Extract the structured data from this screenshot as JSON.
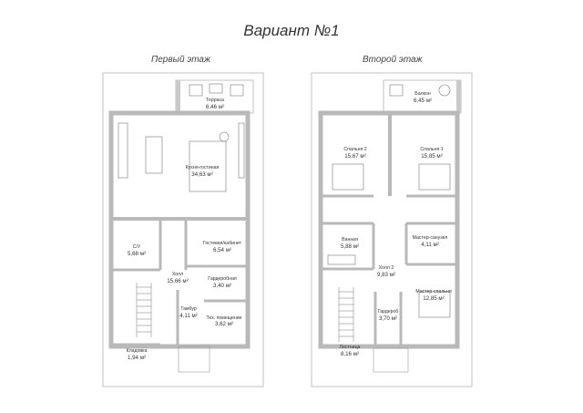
{
  "title": "Вариант №1",
  "floors": [
    {
      "name": "Первый этаж",
      "rooms": [
        {
          "name": "Терраса",
          "area": "6,46 м²"
        },
        {
          "name": "Кухня-гостиная",
          "area": "34,63 м²"
        },
        {
          "name": "С/У",
          "area": "5,68 м²"
        },
        {
          "name": "Гостевая/кабинет",
          "area": "6,54 м²"
        },
        {
          "name": "Холл",
          "area": "15,66 м²"
        },
        {
          "name": "Гардеробная",
          "area": "3,40 м²"
        },
        {
          "name": "Тамбур",
          "area": "4,11 м²"
        },
        {
          "name": "Тех. помещение",
          "area": "3,62 м²"
        },
        {
          "name": "Кладовка",
          "area": "1,94 м²"
        }
      ]
    },
    {
      "name": "Второй этаж",
      "rooms": [
        {
          "name": "Балкон",
          "area": "6,45 м²"
        },
        {
          "name": "Спальня 2",
          "area": "15,67 м²"
        },
        {
          "name": "Спальня 1",
          "area": "15,85 м²"
        },
        {
          "name": "Ванная",
          "area": "5,88 м²"
        },
        {
          "name": "Мастер-санузел",
          "area": "4,11 м²"
        },
        {
          "name": "Холл 2",
          "area": "9,83 м²"
        },
        {
          "name": "Мастер-спальня",
          "area": "12,85 м²"
        },
        {
          "name": "Гардероб",
          "area": "3,70 м²"
        },
        {
          "name": "Лестница",
          "area": "8,16 м²"
        }
      ]
    }
  ],
  "colors": {
    "wall": "#b9b9b9",
    "line": "#8a8a8a",
    "floor": "#ffffff"
  }
}
